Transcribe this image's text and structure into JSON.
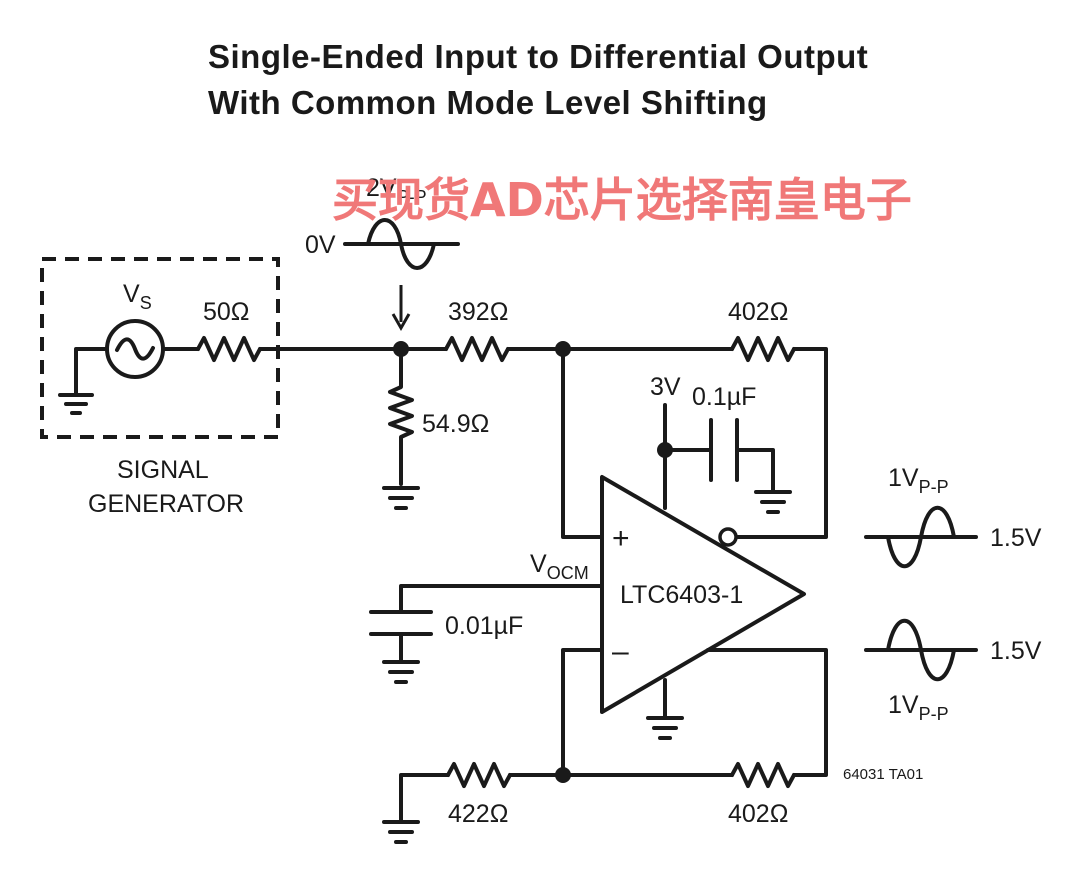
{
  "title": {
    "line1": "Single-Ended Input to Differential Output",
    "line2": "With Common Mode Level Shifting"
  },
  "watermark": "买现货AD芯片选择南皇电子",
  "input_wave": {
    "amp_main": "2V",
    "amp_sub": "P-P",
    "baseline": "0V"
  },
  "signal_generator": {
    "source_main": "V",
    "source_sub": "S",
    "label_line1": "SIGNAL",
    "label_line2": "GENERATOR"
  },
  "resistors": {
    "r_source": "50Ω",
    "r_in_top": "392Ω",
    "r_shunt": "54.9Ω",
    "r_fb_top": "402Ω",
    "r_in_bottom": "422Ω",
    "r_fb_bottom": "402Ω"
  },
  "supply": {
    "voltage": "3V",
    "bypass_cap": "0.1µF"
  },
  "vocm": {
    "main": "V",
    "sub": "OCM",
    "cap": "0.01µF"
  },
  "amplifier": {
    "part": "LTC6403-1",
    "plus": "+",
    "minus": "–"
  },
  "outputs": {
    "top": {
      "amp_main": "1V",
      "amp_sub": "P-P",
      "dc": "1.5V"
    },
    "bottom": {
      "amp_main": "1V",
      "amp_sub": "P-P",
      "dc": "1.5V"
    }
  },
  "figure_id": "64031 TA01"
}
